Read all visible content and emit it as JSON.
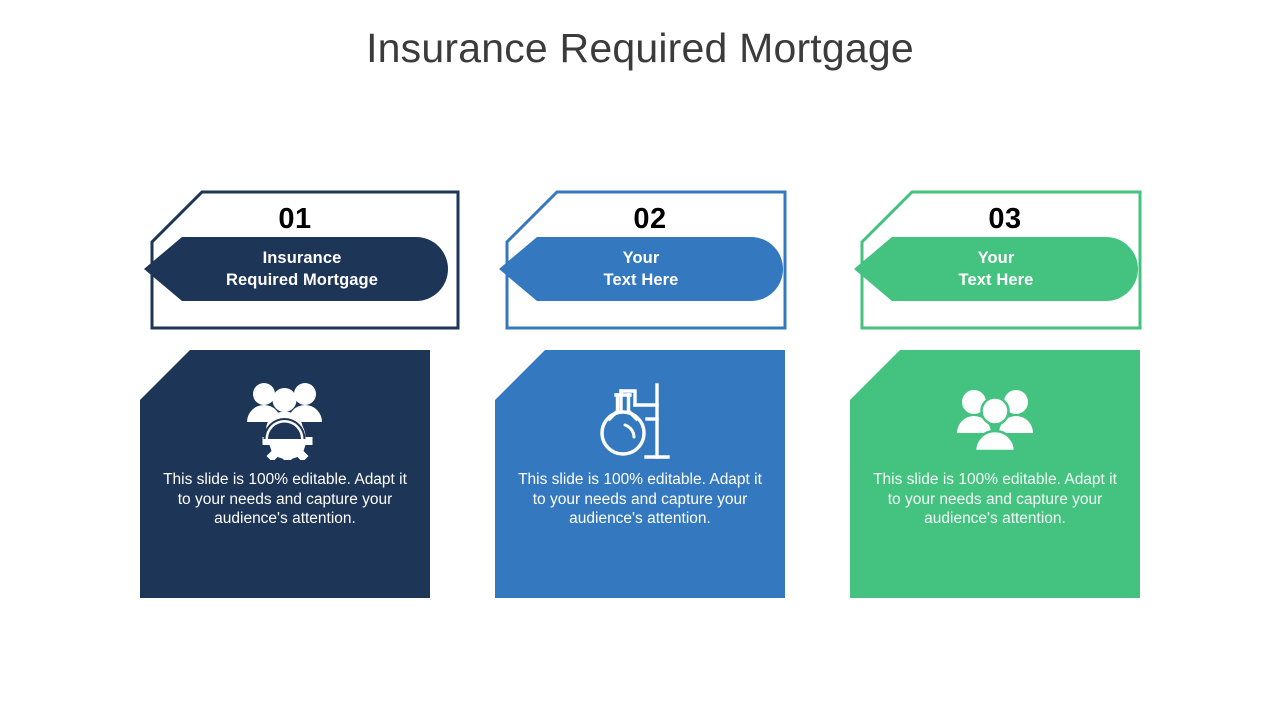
{
  "slide": {
    "title": "Insurance Required Mortgage",
    "background": "#ffffff",
    "title_color": "#3b3b3b"
  },
  "body_text": "This slide is 100% editable. Adapt it to your needs and capture your audience's attention.",
  "columns": [
    {
      "number": "01",
      "banner_line1": "Insurance",
      "banner_line2": "Required Mortgage",
      "icon": "people-gear-icon",
      "body": "This slide is 100% editable. Adapt it to your needs and capture your audience's attention.",
      "color": "#1d3557",
      "frame_color": "#1d3557",
      "number_color": "#1d3557"
    },
    {
      "number": "02",
      "banner_line1": "Your",
      "banner_line2": "Text Here",
      "icon": "lab-flask-icon",
      "body": "This slide is 100% editable. Adapt it to your needs and capture your audience's attention.",
      "color": "#3479bf",
      "frame_color": "#3479bf",
      "number_color": "#3479bf"
    },
    {
      "number": "03",
      "banner_line1": "Your",
      "banner_line2": "Text Here",
      "icon": "users-group-icon",
      "body": "This slide is 100% editable. Adapt it to your needs and capture your audience's attention.",
      "color": "#44c380",
      "frame_color": "#44c380",
      "number_color": "#44c380"
    }
  ]
}
